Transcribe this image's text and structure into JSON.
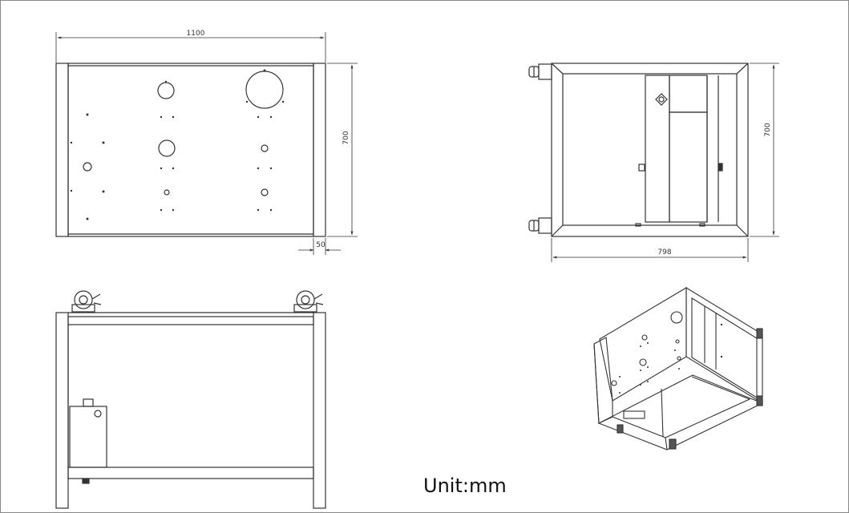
{
  "drawing": {
    "unit_label": "Unit:mm",
    "front_view": {
      "width_dim": "1100",
      "height_dim": "700",
      "side_dim": "50"
    },
    "top_view": {
      "width_dim": "798",
      "height_dim": "700"
    },
    "colors": {
      "line": "#333333",
      "frame": "#555555",
      "background": "#ffffff"
    }
  }
}
